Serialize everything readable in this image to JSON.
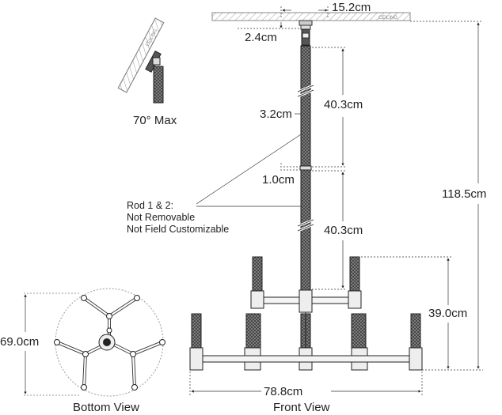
{
  "dimensions": {
    "canopy_width": "15.2cm",
    "canopy_depth": "2.4cm",
    "rod_diameter": "3.2cm",
    "rod_1_length": "40.3cm",
    "rod_2_length": "40.3cm",
    "coupling_gap": "1.0cm",
    "overall_height": "118.5cm",
    "fixture_height": "39.0cm",
    "overall_width": "78.8cm",
    "bottom_view_diameter": "69.0cm"
  },
  "notes": {
    "rod_line1": "Rod 1 & 2:",
    "rod_line2": "Not Removable",
    "rod_line3": "Not Field Customizable"
  },
  "sloped_view": {
    "caption": "70° Max",
    "ceiling_label": "CEILING"
  },
  "ceiling_label": "CEILING",
  "views": {
    "bottom": "Bottom View",
    "front": "Front View"
  }
}
